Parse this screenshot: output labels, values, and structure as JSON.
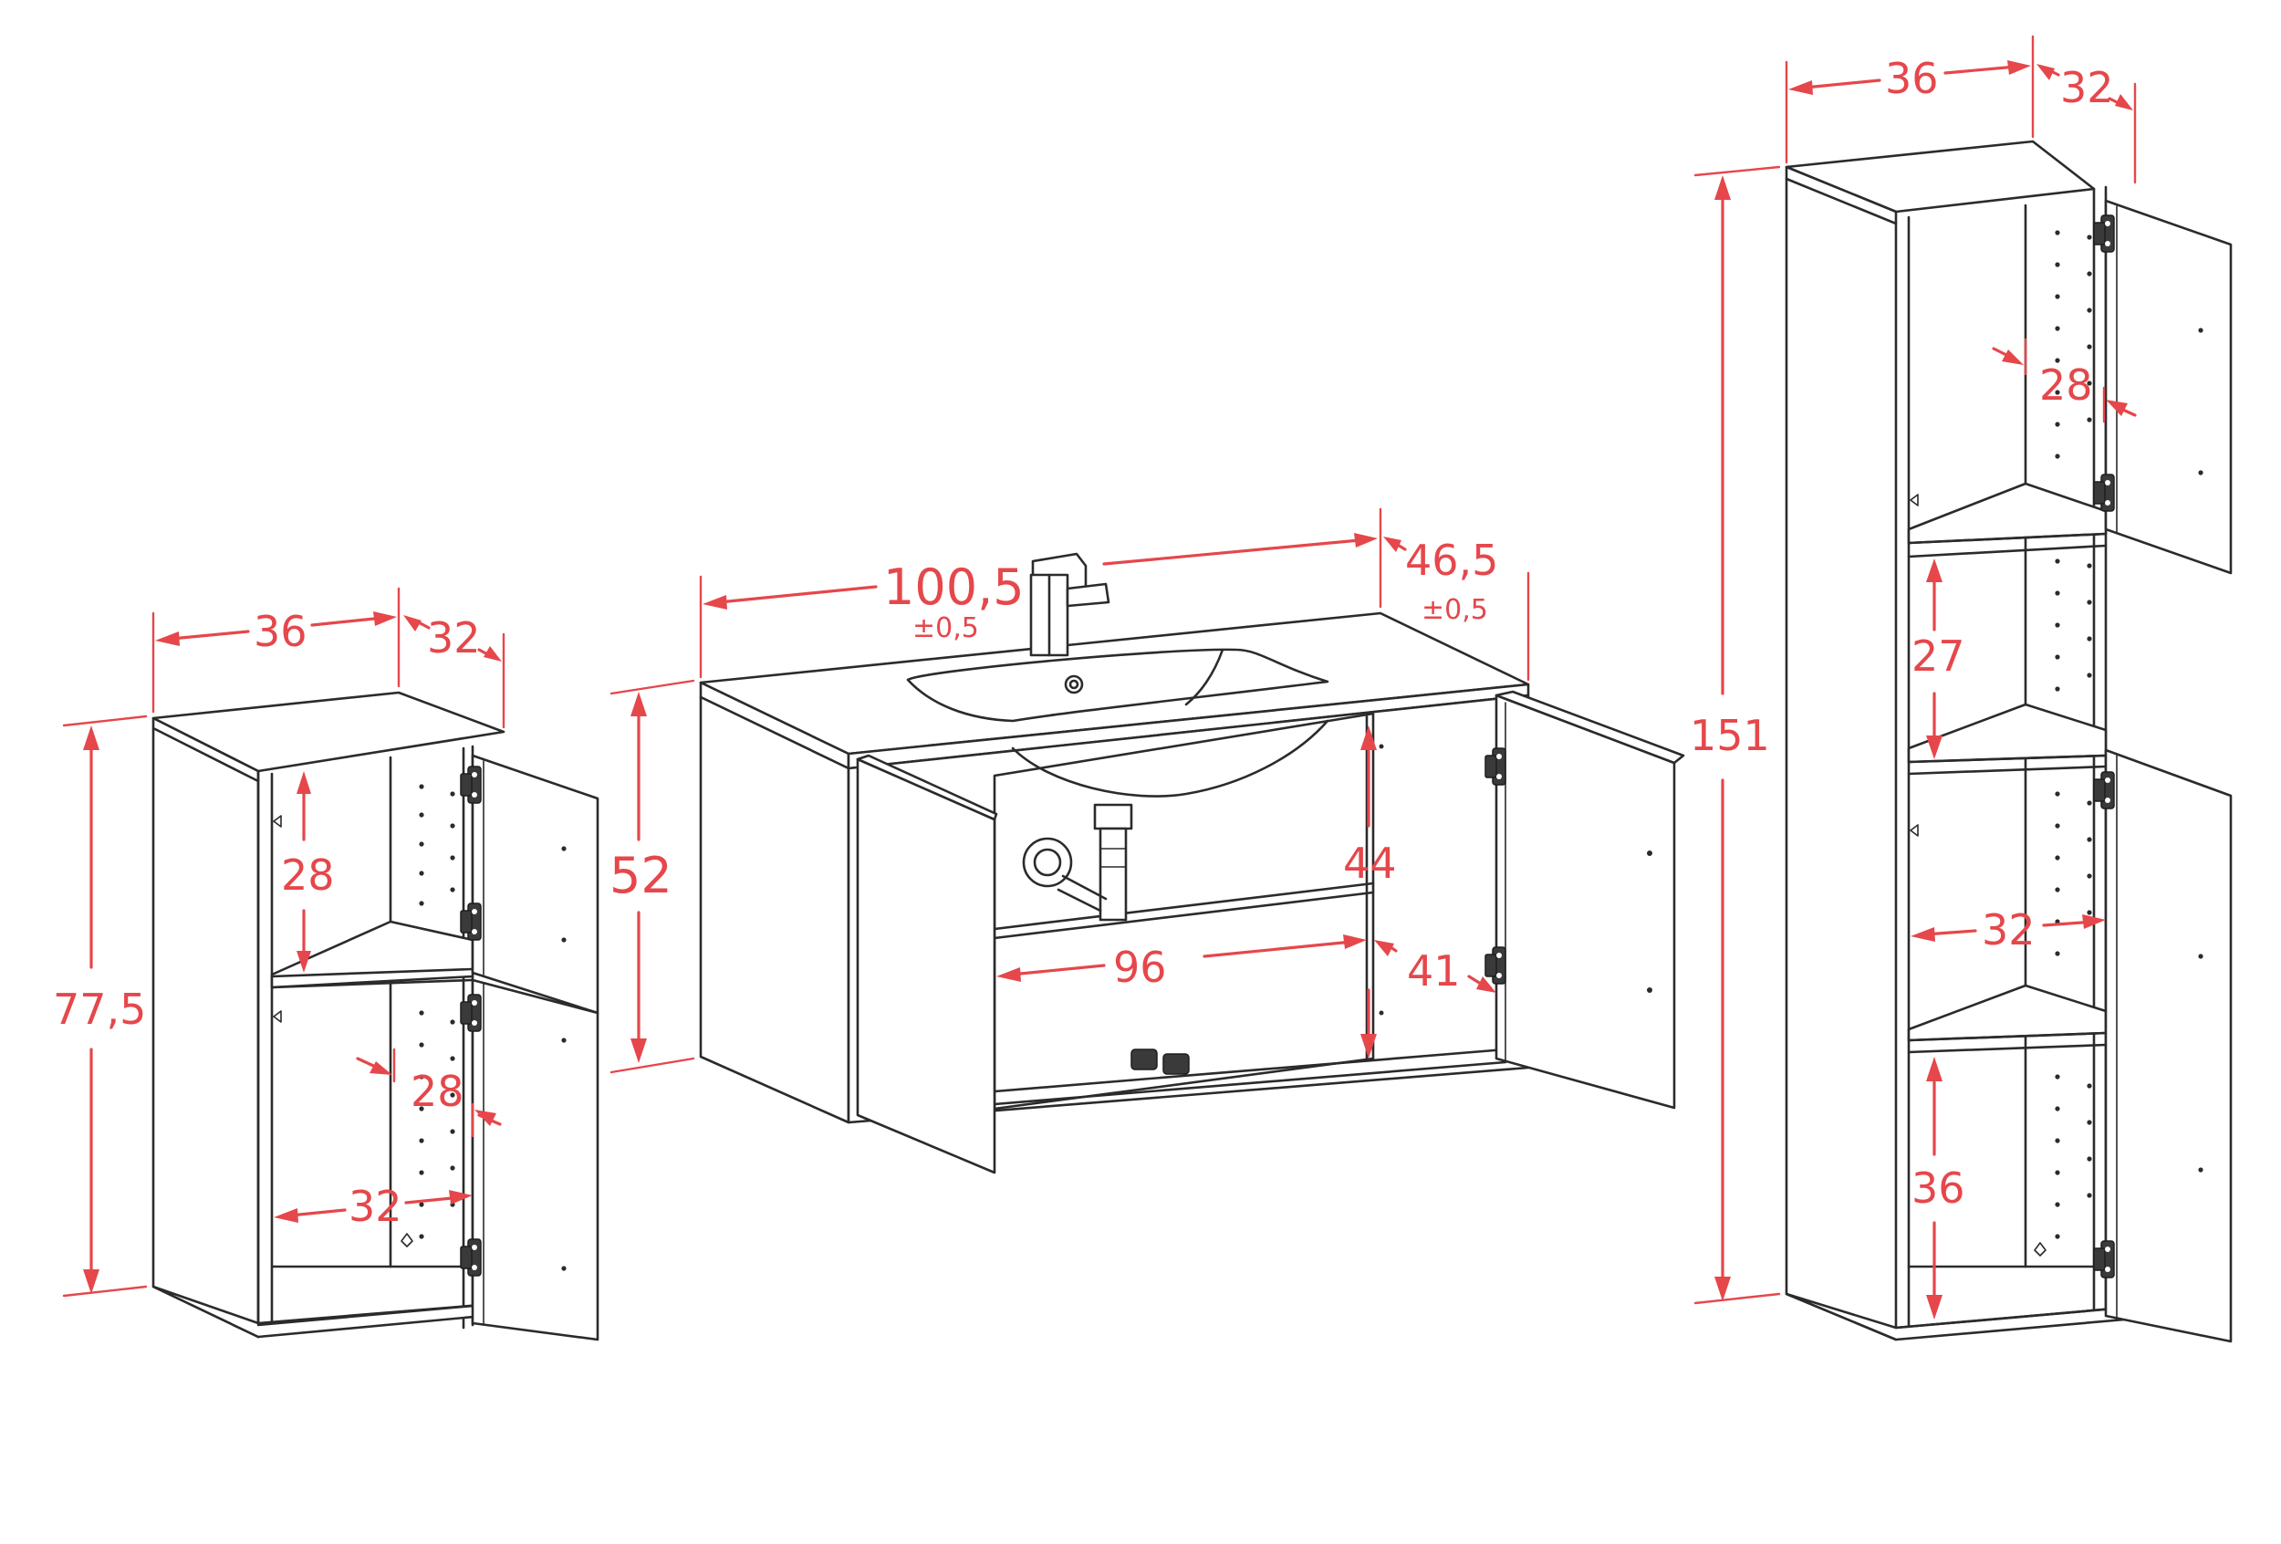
{
  "left_cabinet": {
    "width": "36",
    "depth": "32",
    "height": "77,5",
    "upper_compartment_height": "28",
    "inner_depth": "28",
    "inner_width": "32"
  },
  "vanity": {
    "width": "100,5",
    "width_tolerance": "±0,5",
    "depth": "46,5",
    "depth_tolerance": "±0,5",
    "height": "52",
    "inner_height": "44",
    "inner_width": "96",
    "inner_depth": "41"
  },
  "tall_cabinet": {
    "width": "36",
    "depth": "32",
    "height": "151",
    "top_inner_depth": "28",
    "middle_compartment_height": "27",
    "inner_width": "32",
    "bottom_compartment_height": "36"
  }
}
